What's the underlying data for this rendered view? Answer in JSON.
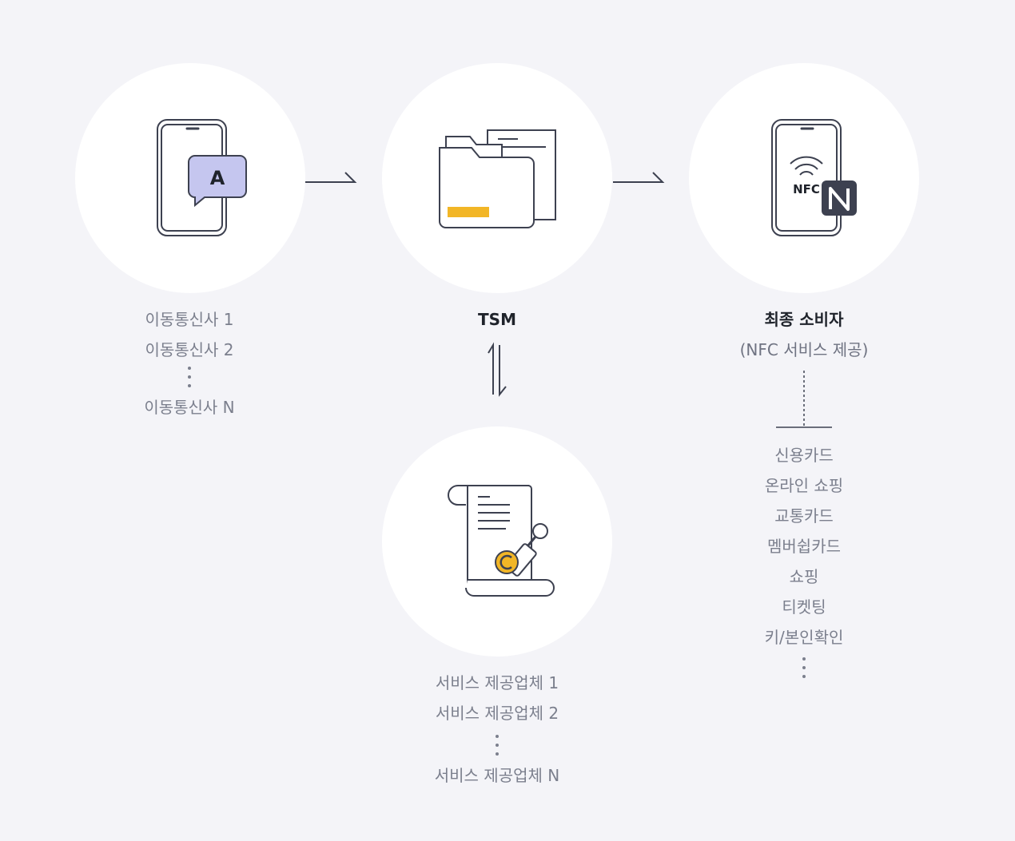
{
  "nodes": {
    "carrier": {
      "items": [
        "이동통신사 1",
        "이동통신사 2",
        "이동통신사 N"
      ]
    },
    "tsm": {
      "title": "TSM"
    },
    "consumer": {
      "title": "최종 소비자",
      "subtitle": "(NFC 서비스 제공)",
      "nfc_label": "NFC",
      "services": [
        "신용카드",
        "온라인 쇼핑",
        "교통카드",
        "멤버쉽카드",
        "쇼핑",
        "티켓팅",
        "키/본인확인"
      ]
    },
    "provider": {
      "items": [
        "서비스 제공업체 1",
        "서비스 제공업체 2",
        "서비스 제공업체 N"
      ]
    }
  },
  "icons": {
    "carrier": "phone-chat-icon",
    "tsm": "folder-documents-icon",
    "consumer": "phone-nfc-icon",
    "provider": "certificate-stamp-icon",
    "chat_letter": "A"
  },
  "colors": {
    "background": "#f4f4f8",
    "circle": "#ffffff",
    "stroke": "#3d4150",
    "accent_yellow": "#f2b626",
    "accent_lavender": "#c5c6ef"
  }
}
